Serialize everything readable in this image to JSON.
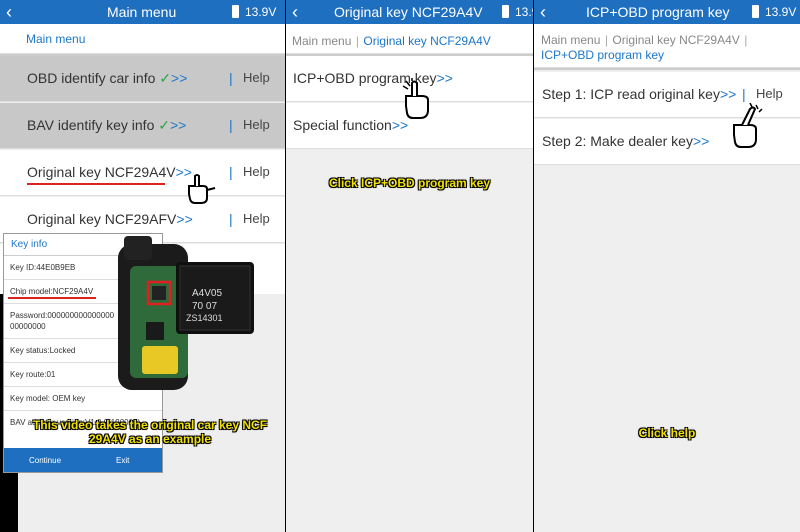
{
  "status": {
    "voltage": "13.9V"
  },
  "panel1": {
    "title": "Main menu",
    "breadcrumb": "Main menu",
    "items": [
      {
        "label": "OBD identify car info",
        "check": "✓",
        "arrow": ">>",
        "bar": "|",
        "help": "Help"
      },
      {
        "label": "BAV identify key info",
        "check": "✓",
        "arrow": ">>",
        "bar": "|",
        "help": "Help"
      },
      {
        "label": "Original key NCF29A4V",
        "arrow": ">>",
        "bar": "|",
        "help": "Help"
      },
      {
        "label": "Original key NCF29AFV",
        "arrow": ">>",
        "bar": "|",
        "help": "Help"
      }
    ],
    "dialog": {
      "title": "Key info",
      "key_id": "Key ID:44E0B9EB",
      "chip_model": "Chip model:NCF29A4V",
      "password_line1": "Password:000000000000000",
      "password_line2": "00000000",
      "key_status": "Key status:Locked",
      "key_route": "Key route:01",
      "key_model": "Key model: OEM key",
      "bav_adapter": "BAV adapter version:V1.0.0(190000)",
      "continue": "Continue",
      "exit": "Exit"
    },
    "chip_text": [
      "A4V05",
      "70 07",
      "ZS14301"
    ],
    "caption_line1": "This video takes the original car key NCF",
    "caption_line2": "29A4V as an example"
  },
  "panel2": {
    "title": "Original key NCF29A4V",
    "breadcrumb_main": "Main menu",
    "breadcrumb_sep": "|",
    "breadcrumb_current": "Original key NCF29A4V",
    "items": [
      {
        "label": "ICP+OBD program key",
        "arrow": ">>"
      },
      {
        "label": "Special function",
        "arrow": ">>"
      }
    ],
    "caption": "Click ICP+OBD program key"
  },
  "panel3": {
    "title": "ICP+OBD program key",
    "breadcrumb_main": "Main menu",
    "breadcrumb_sep1": "|",
    "breadcrumb_mid": "Original key NCF29A4V",
    "breadcrumb_sep2": "|",
    "breadcrumb_current": "ICP+OBD program key",
    "items": [
      {
        "label": "Step 1: ICP read original key",
        "arrow": ">>",
        "bar": "|",
        "help": "Help"
      },
      {
        "label": "Step 2: Make dealer key",
        "arrow": ">>"
      }
    ],
    "caption": "Click help"
  },
  "colors": {
    "accent": "#1e6fc0",
    "link": "#1e76c8",
    "caption": "#f2e200",
    "underline": "#dd2222"
  },
  "icons": [
    "back-icon",
    "battery-icon",
    "checkmark-icon",
    "pointing-hand-icon"
  ]
}
